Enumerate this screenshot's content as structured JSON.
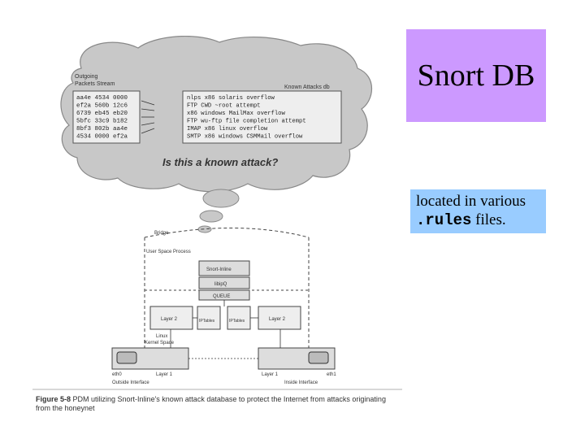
{
  "slide": {
    "title": "Snort DB",
    "note_prefix": "located in various",
    "note_code": ".rules",
    "note_suffix": " files."
  },
  "figure": {
    "cloud": {
      "stream_label_1": "Outgoing",
      "stream_label_2": "Packets Stream",
      "db_label": "Known Attacks db",
      "packets": [
        "aa4e 4534 0000",
        "ef2a 560b 12c6",
        "6739 eb45 eb20",
        "5bfc 33c9 b182",
        "8bf3 802b aa4e",
        "4534 0000 ef2a"
      ],
      "attacks": [
        "nlps x86 solaris overflow",
        "FTP CWD ~root attempt",
        "x86 windows MailMax overflow",
        "FTP wu-ftp file completion attempt",
        "IMAP x86 linux overflow",
        "SMTP x86 windows CSMMail overflow"
      ],
      "question": "Is this a known attack?"
    },
    "diagram": {
      "bridge": "Bridge",
      "user_space": "User Space Process",
      "snort_inline": "Snort-Inline",
      "libipq": "libipQ",
      "queue": "QUEUE",
      "layer2_left": "Layer 2",
      "iptables_1": "IPTables",
      "iptables_2": "IPTables",
      "layer2_right": "Layer 2",
      "linux": "Linux",
      "kernel_space": "Kernel Space",
      "eth0": "eth0",
      "layer1_left": "Layer 1",
      "layer1_right": "Layer 1",
      "eth1": "eth1",
      "outside": "Outside Interface",
      "inside": "Inside Interface"
    },
    "caption_label": "Figure 5-8",
    "caption_text": "PDM utilizing Snort-Inline's known attack database to protect the Internet from attacks originating from the honeynet"
  }
}
